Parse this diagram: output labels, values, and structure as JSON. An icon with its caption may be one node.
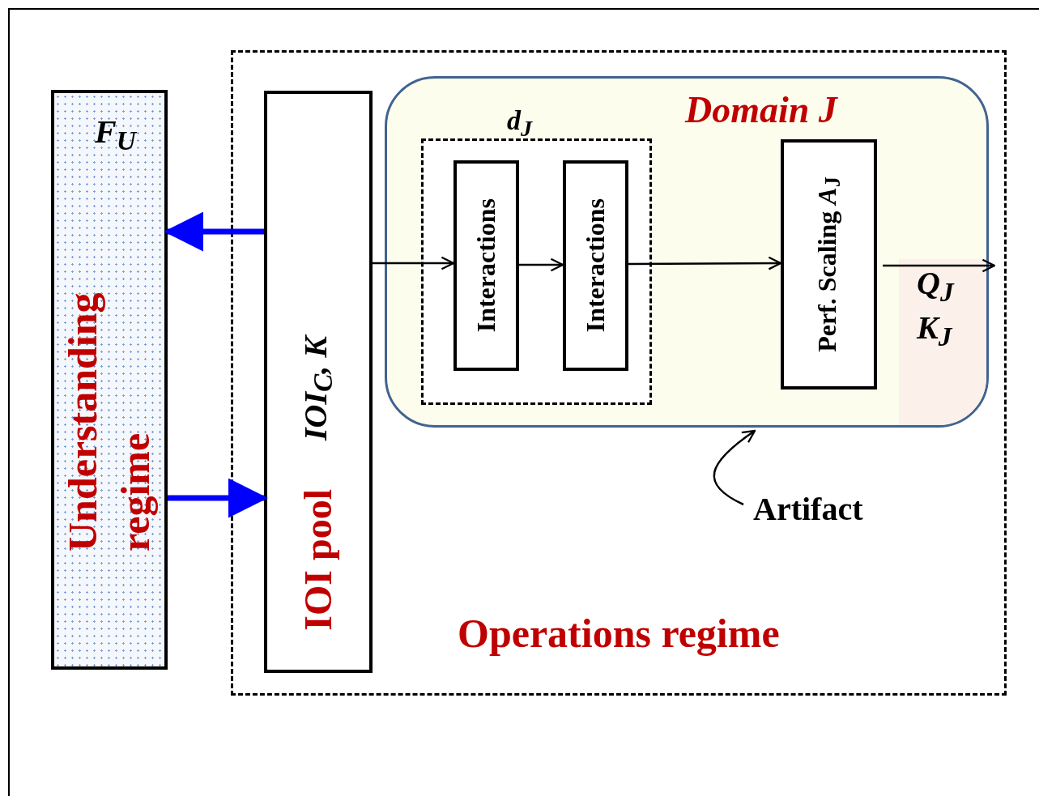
{
  "diagram": {
    "nodes": [
      {
        "text": [
          "Operations regime"
        ]
      },
      {
        "text": [
          "F$_{U}$",
          "Understanding regime"
        ]
      },
      {
        "text": [
          "IOI pool",
          "IOI$_{C}$, K"
        ],
        "in": 0
      },
      {
        "text": [
          "Domain J",
          "Q$_{J}$ K$_{J}$"
        ],
        "in": 0
      },
      {
        "text": [
          "d$_{J}$"
        ],
        "in": 3
      },
      {
        "text": [
          "Interactions"
        ],
        "in": 4
      },
      {
        "text": [
          "Interactions"
        ],
        "in": 4
      },
      {
        "text": [
          "Perf. Scaling *A*$_{J}$"
        ],
        "in": 3
      },
      {
        "text": [
          "Artifact"
        ],
        "in": 0
      }
    ],
    "edges": [
      {
        "from": 2,
        "to": 1,
        "arrow": "to",
        "style": "thick",
        "color": "#0000ff"
      },
      {
        "from": 1,
        "to": 2,
        "arrow": "to",
        "style": "thick",
        "color": "#0000ff"
      },
      {
        "from": 2,
        "to": 5,
        "arrow": "to"
      },
      {
        "from": 5,
        "to": 6,
        "arrow": "to"
      },
      {
        "from": 6,
        "to": 7,
        "arrow": "to"
      },
      {
        "from": 7,
        "to": null,
        "arrow": "to"
      },
      {
        "from": 8,
        "to": 3,
        "arrow": "to"
      }
    ]
  }
}
